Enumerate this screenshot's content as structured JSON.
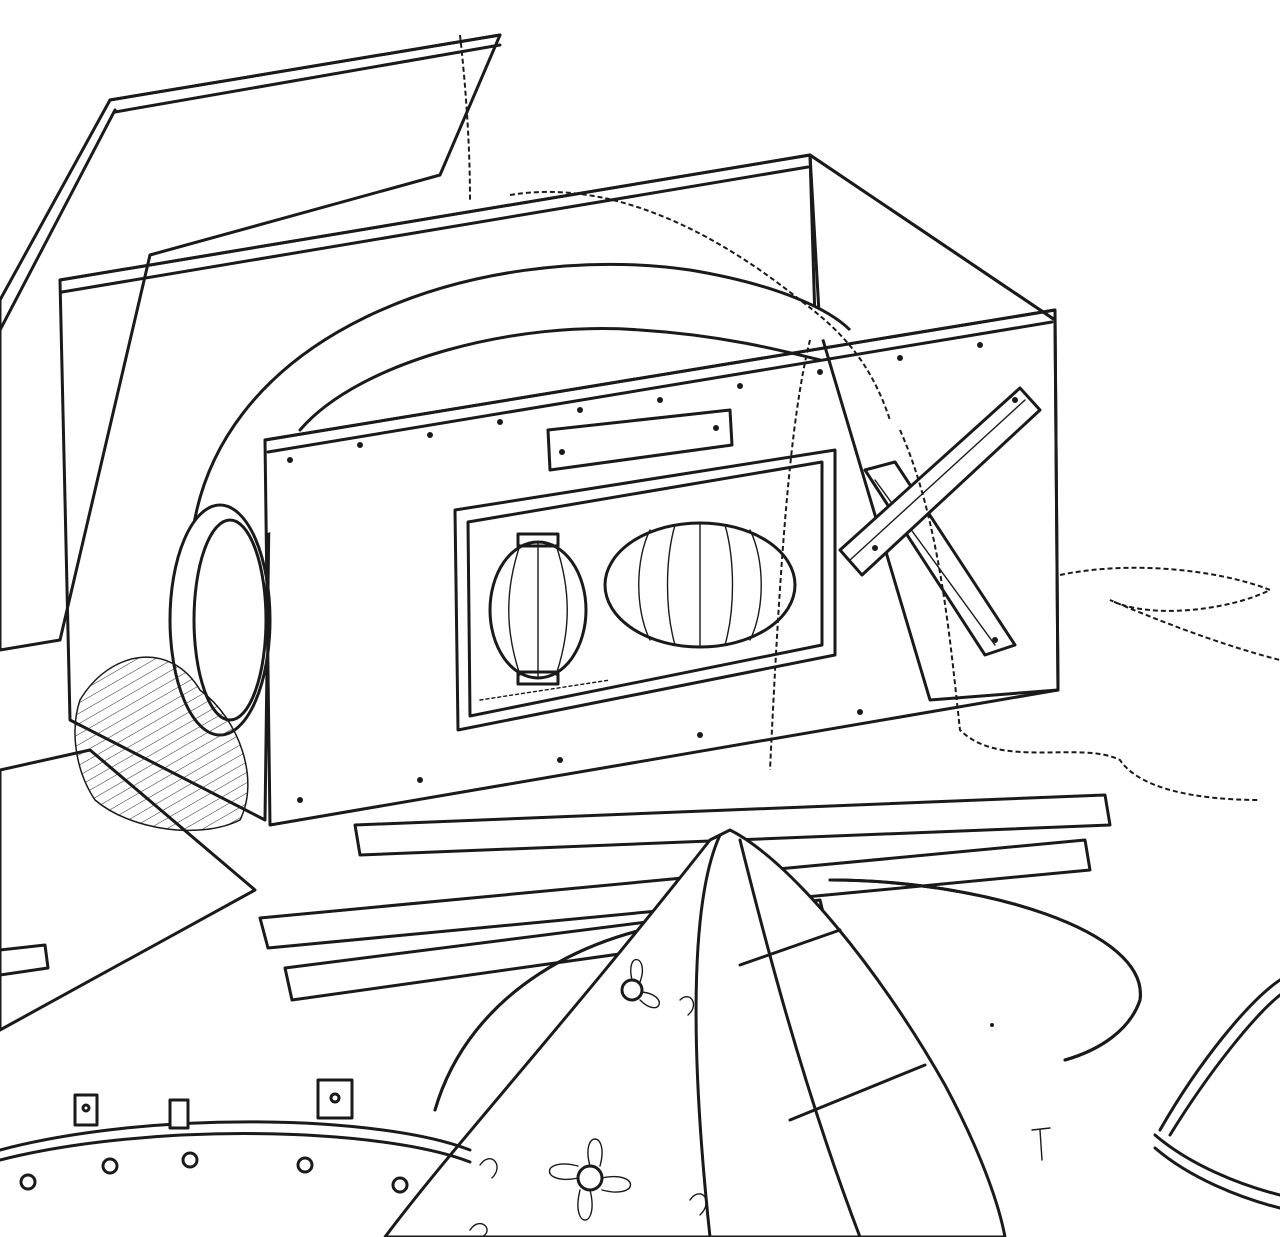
{
  "scene": {
    "style": "black-and-white ink line drawing",
    "ink_color": "#1a1a1a",
    "paper_color": "#ffffff"
  },
  "objects": [
    "open-wooden-crate",
    "crate-lid",
    "paper-lantern-label",
    "cross-brace",
    "rope",
    "wooden-slats",
    "lantern-frame-ring",
    "flowered-lantern-shade",
    "loose-board",
    "straw-packing"
  ]
}
